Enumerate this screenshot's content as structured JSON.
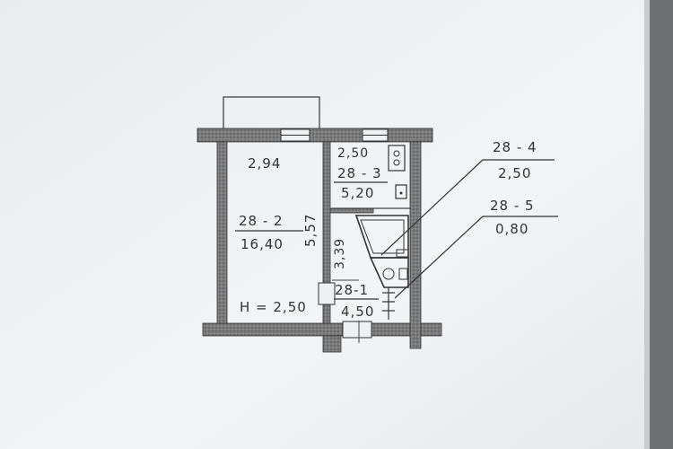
{
  "plan": {
    "room_2": {
      "id": "28 - 2",
      "area": "16,40",
      "width": "2,94",
      "length": "5,57",
      "height_note": "H = 2,50"
    },
    "room_3": {
      "id": "28 - 3",
      "area": "5,20",
      "width": "2,50"
    },
    "room_1": {
      "id": "28-1",
      "area": "4,50",
      "length": "3,39"
    },
    "callout_4": {
      "id": "28 - 4",
      "area": "2,50"
    },
    "callout_5": {
      "id": "28 - 5",
      "area": "0,80"
    }
  }
}
